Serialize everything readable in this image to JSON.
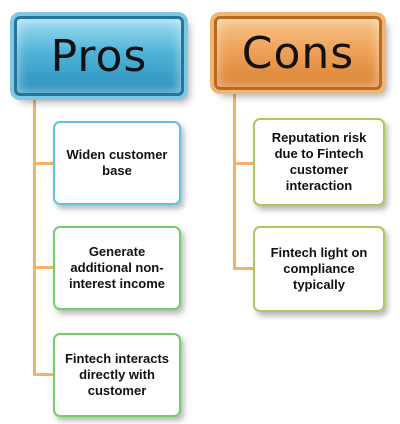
{
  "headers": {
    "pros": "Pros",
    "cons": "Cons"
  },
  "pros": [
    "Widen customer base",
    "Generate additional non-interest income",
    "Fintech interacts directly with customer"
  ],
  "cons": [
    "Reputation risk due to Fintech customer interaction",
    "Fintech light on compliance typically"
  ],
  "colors": {
    "pros_header": "#4fb3d8",
    "cons_header": "#eea35a",
    "connector": "#f5b26b",
    "card_border_blue": "#5ec4de",
    "card_border_green": "#6fd06a",
    "card_border_olive": "#aacb5c"
  }
}
